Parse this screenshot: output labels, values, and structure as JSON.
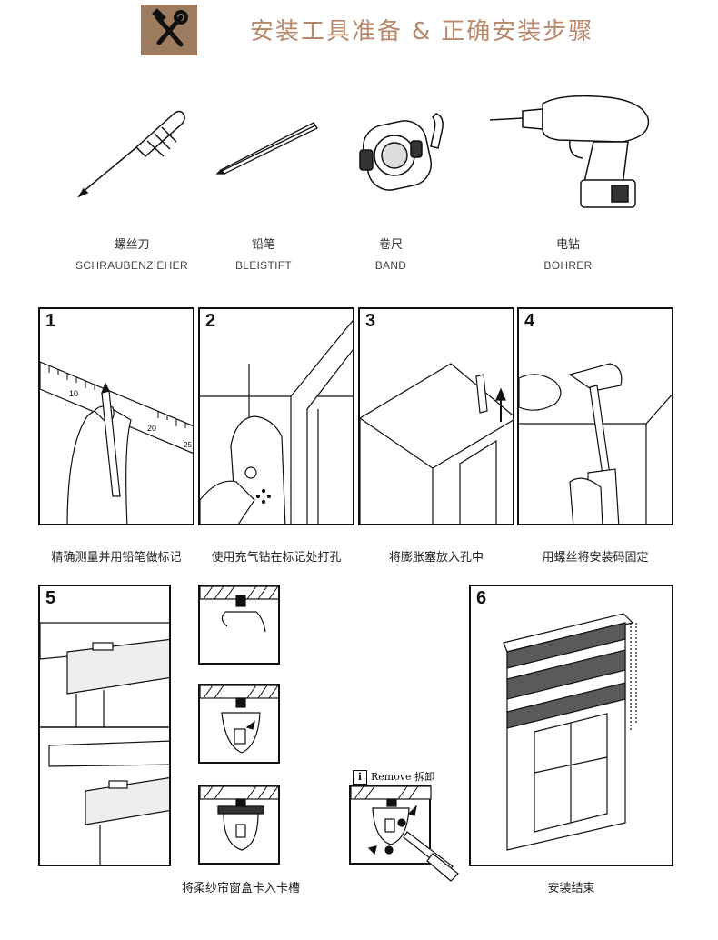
{
  "header": {
    "title_part1": "安装工具准备",
    "amp": "&",
    "title_part2": "正确安装步骤"
  },
  "tools": [
    {
      "cn": "螺丝刀",
      "en": "SCHRAUBENZIEHER",
      "icon": "screwdriver-icon"
    },
    {
      "cn": "铅笔",
      "en": "BLEISTIFT",
      "icon": "pencil-icon"
    },
    {
      "cn": "卷尺",
      "en": "BAND",
      "icon": "tape-measure-icon"
    },
    {
      "cn": "电钻",
      "en": "BOHRER",
      "icon": "drill-icon"
    }
  ],
  "steps": [
    {
      "num": "1",
      "caption": "精确测量并用铅笔做标记"
    },
    {
      "num": "2",
      "caption": "使用充气钻在标记处打孔"
    },
    {
      "num": "3",
      "caption": "将膨胀塞放入孔中"
    },
    {
      "num": "4",
      "caption": "用螺丝将安装码固定"
    },
    {
      "num": "5",
      "caption": "将柔纱帘窗盒卡入卡槽"
    },
    {
      "num": "6",
      "caption": "安装结束"
    }
  ],
  "ruler_labels": [
    "10",
    "20",
    "25"
  ],
  "remove": {
    "info": "i",
    "label": "Remove 拆卸"
  },
  "colors": {
    "header_icon_bg": "#9c7b5f",
    "title": "#b8886a",
    "blind_stripe": "#5a5a5a"
  }
}
